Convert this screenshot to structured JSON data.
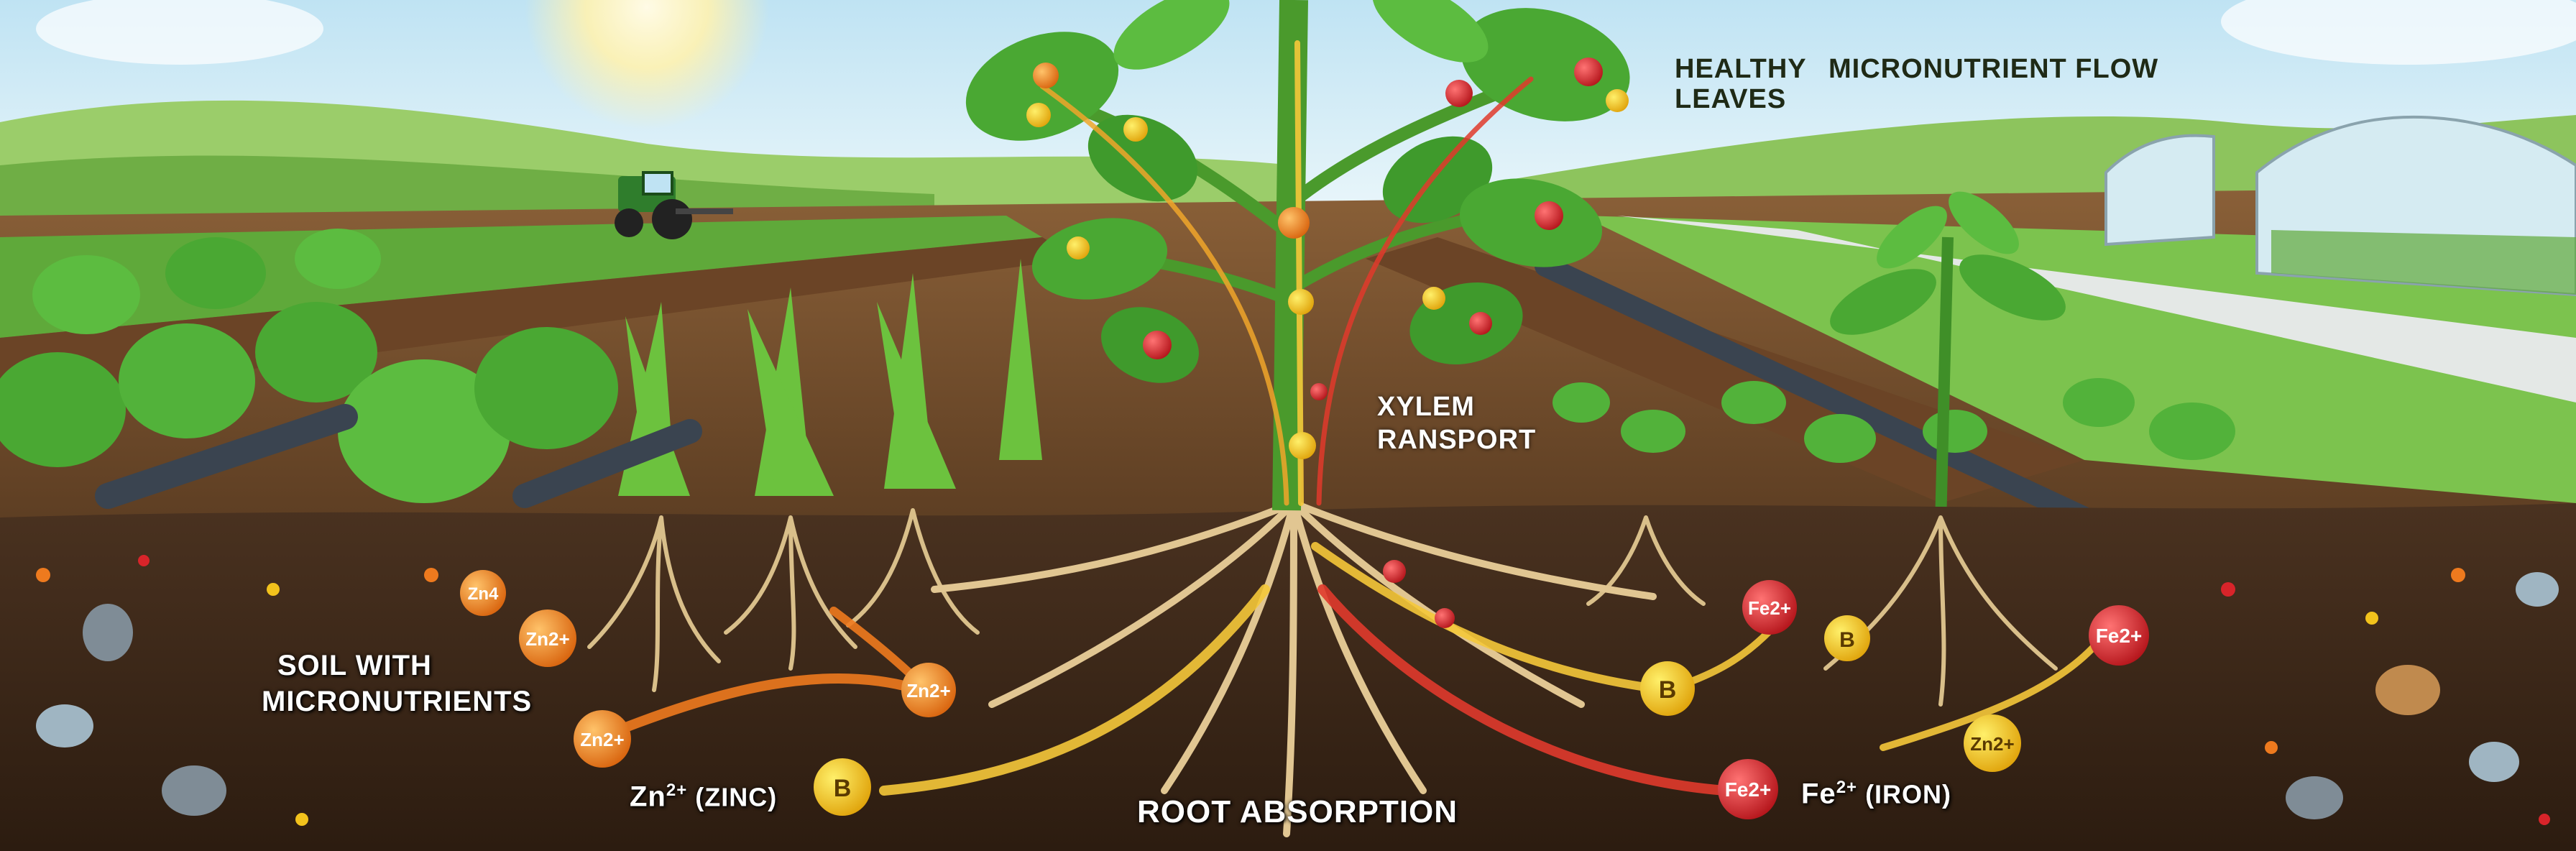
{
  "labels": {
    "healthy_leaves_1": "HEALTHY",
    "healthy_leaves_2": "LEAVES",
    "micronutrient_flow": "MICRONUTRIENT FLOW",
    "xylem_1": "XYLEM",
    "xylem_2": "RANSPORT",
    "soil_1": "SOIL WITH",
    "soil_2": "MICRONUTRIENTS",
    "zinc_prefix": "Zn",
    "zinc_suffix": " (ZINC)",
    "root_absorption": "ROOT ABSORPTION",
    "iron_prefix": "Fe",
    "iron_suffix": " (IRON)",
    "charge": "2+"
  },
  "ions": {
    "zinc": "Zn2+",
    "zinc_alt": "Zn4",
    "iron": "Fe2+",
    "boron": "B"
  },
  "colors": {
    "zinc": "#ee7a1e",
    "iron": "#d8242a",
    "boron": "#f2c21c",
    "soil": "#3a2616",
    "leaf": "#3f9a2c",
    "sky": "#d8eef6"
  }
}
